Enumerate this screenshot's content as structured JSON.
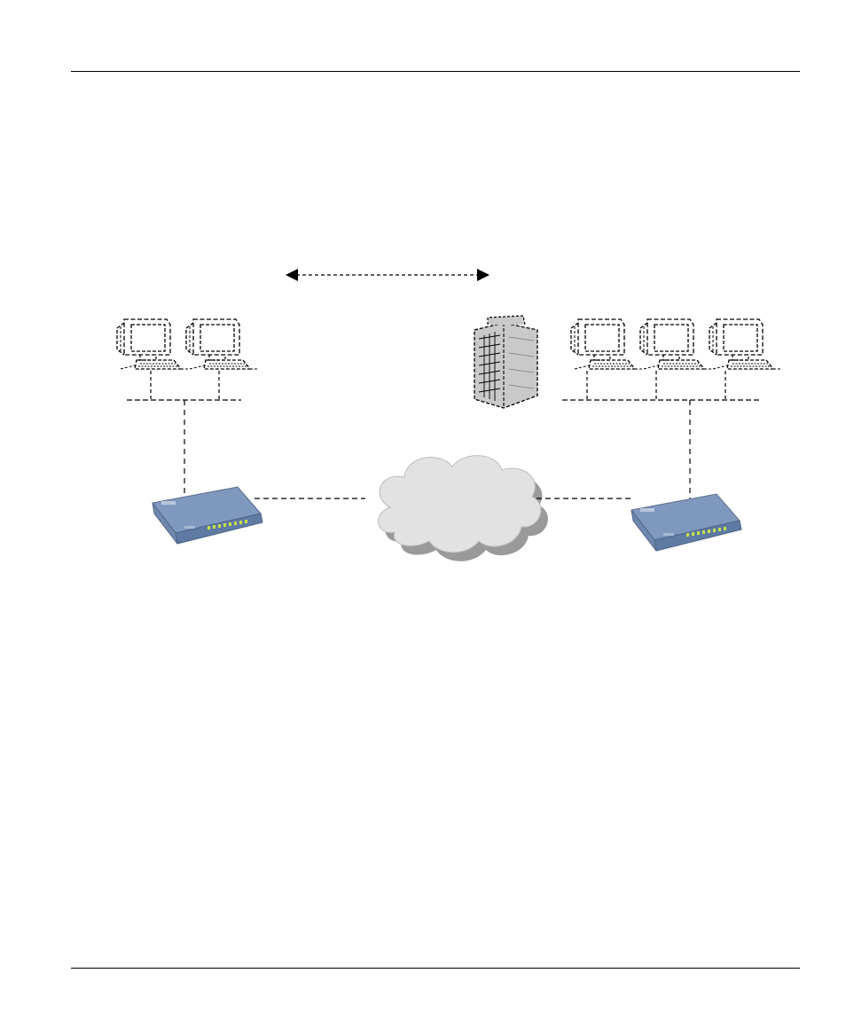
{
  "diagram": {
    "type": "network-topology",
    "nodes": [
      {
        "id": "pc-left-1",
        "kind": "computer",
        "site": "left"
      },
      {
        "id": "pc-left-2",
        "kind": "computer",
        "site": "left"
      },
      {
        "id": "router-left",
        "kind": "router",
        "site": "left"
      },
      {
        "id": "internet-cloud",
        "kind": "cloud"
      },
      {
        "id": "office-building",
        "kind": "building",
        "site": "right"
      },
      {
        "id": "pc-right-1",
        "kind": "computer",
        "site": "right"
      },
      {
        "id": "pc-right-2",
        "kind": "computer",
        "site": "right"
      },
      {
        "id": "pc-right-3",
        "kind": "computer",
        "site": "right"
      },
      {
        "id": "router-right",
        "kind": "router",
        "site": "right"
      }
    ],
    "links": [
      {
        "from": "pc-left-1",
        "to": "lan-left",
        "style": "dashed"
      },
      {
        "from": "pc-left-2",
        "to": "lan-left",
        "style": "dashed"
      },
      {
        "from": "lan-left",
        "to": "router-left",
        "style": "dashed"
      },
      {
        "from": "router-left",
        "to": "internet-cloud",
        "style": "dashed"
      },
      {
        "from": "internet-cloud",
        "to": "router-right",
        "style": "dashed"
      },
      {
        "from": "router-right",
        "to": "lan-right",
        "style": "dashed"
      },
      {
        "from": "pc-right-1",
        "to": "lan-right",
        "style": "dashed"
      },
      {
        "from": "pc-right-2",
        "to": "lan-right",
        "style": "dashed"
      },
      {
        "from": "pc-right-3",
        "to": "lan-right",
        "style": "dashed"
      }
    ],
    "connection_arrow": {
      "direction": "bidirectional",
      "style": "dashed"
    },
    "colors": {
      "router_top": "#7f98bd",
      "router_front": "#5f7aa3",
      "router_led": "#c8e04a",
      "cloud_fill": "#e2e2e2",
      "cloud_shadow": "#9a9a9a",
      "building_fill": "#c9c9c9",
      "line": "#000000"
    }
  }
}
